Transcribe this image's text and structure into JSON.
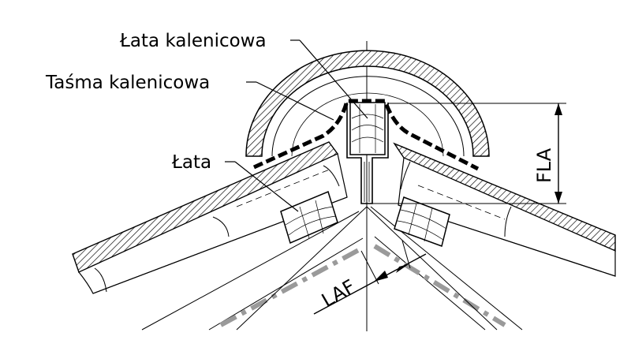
{
  "labels": {
    "ridge_batten": "Łata kalenicowa",
    "ridge_tape": "Taśma kalenicowa",
    "batten": "Łata"
  },
  "dimensions": {
    "fla": "FLA",
    "laf": "LAF"
  },
  "colors": {
    "line": "#000000",
    "hatch": "#000000",
    "underlay_gray": "#9a9a9a",
    "background": "#ffffff"
  }
}
